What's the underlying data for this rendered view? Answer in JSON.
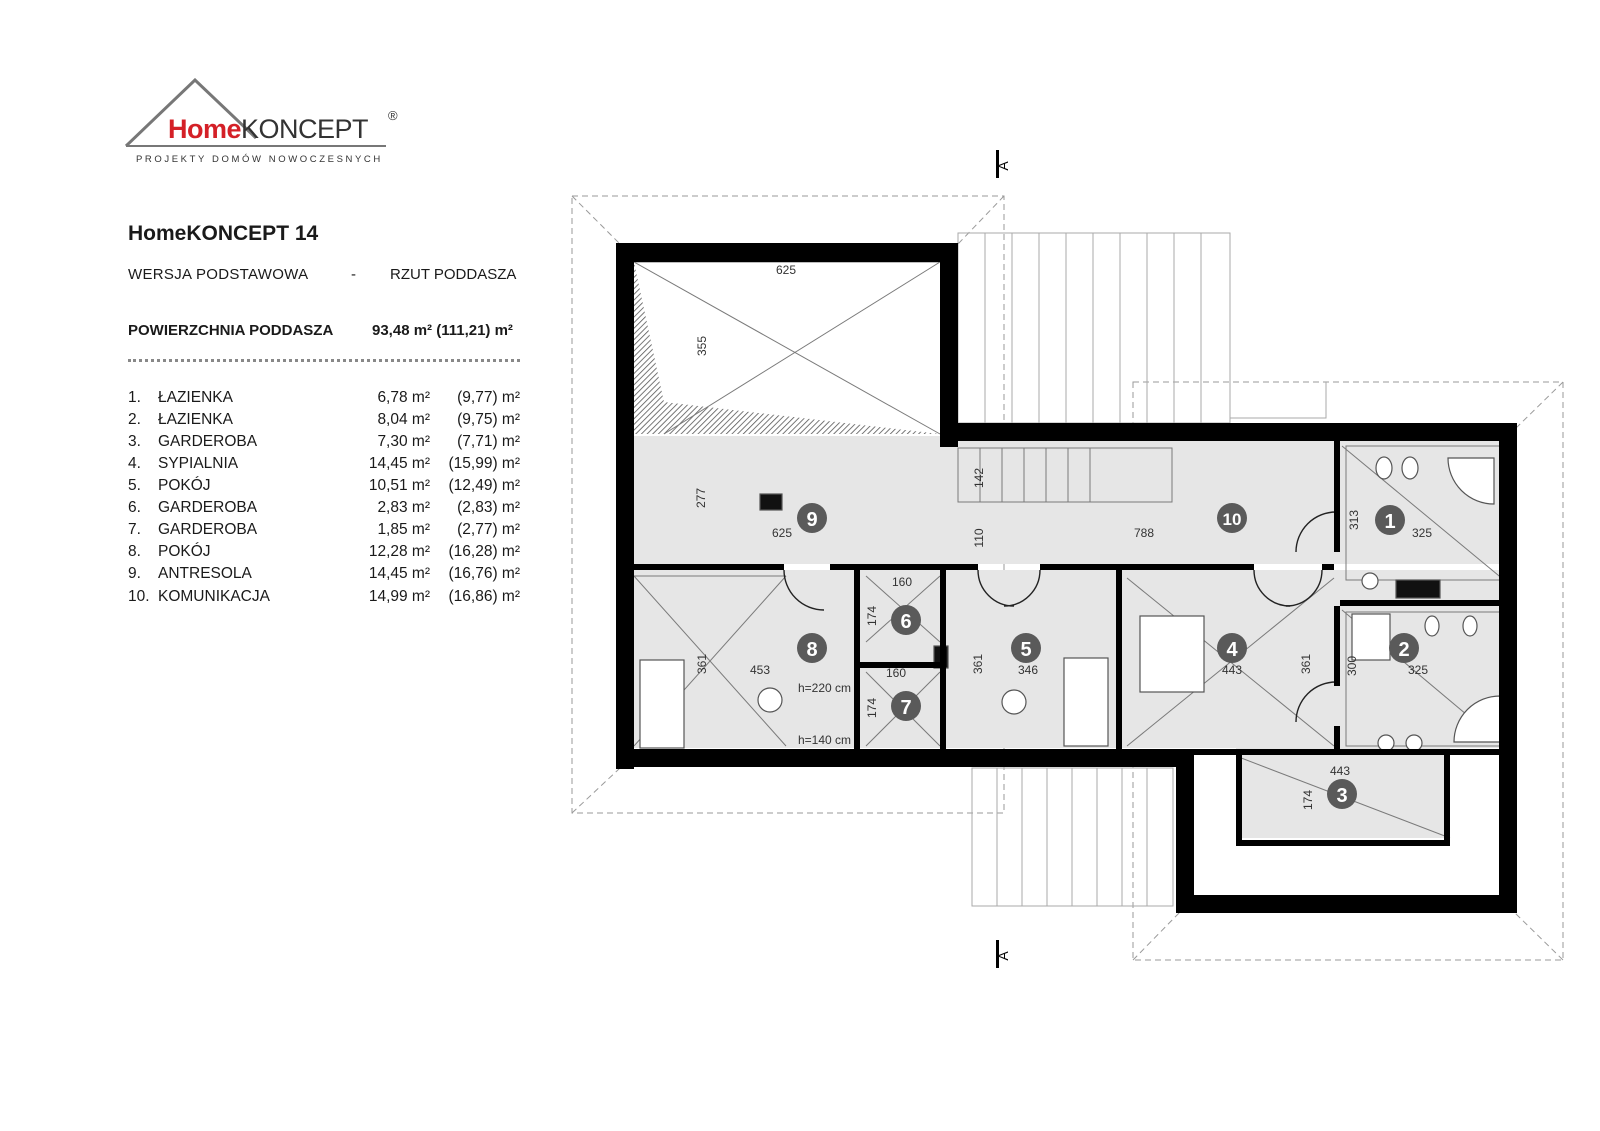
{
  "logo": {
    "brand_home": "Home",
    "brand_koncept": "KONCEPT",
    "registered": "®",
    "tagline": "PROJEKTY DOMÓW NOWOCZESNYCH"
  },
  "header": {
    "title": "HomeKONCEPT 14",
    "version": "WERSJA  PODSTAWOWA",
    "separator": "-",
    "view": "RZUT PODDASZA"
  },
  "area": {
    "label": "POWIERZCHNIA PODDASZA",
    "value": "93,48 m² (111,21) m²"
  },
  "rooms": [
    {
      "num": "1.",
      "name": "ŁAZIENKA",
      "area": "6,78 m²",
      "area_total": "(9,77) m²"
    },
    {
      "num": "2.",
      "name": "ŁAZIENKA",
      "area": "8,04 m²",
      "area_total": "(9,75) m²"
    },
    {
      "num": "3.",
      "name": "GARDEROBA",
      "area": "7,30 m²",
      "area_total": "(7,71) m²"
    },
    {
      "num": "4.",
      "name": "SYPIALNIA",
      "area": "14,45 m²",
      "area_total": "(15,99) m²"
    },
    {
      "num": "5.",
      "name": "POKÓJ",
      "area": "10,51 m²",
      "area_total": "(12,49) m²"
    },
    {
      "num": "6.",
      "name": "GARDEROBA",
      "area": "2,83 m²",
      "area_total": "(2,83) m²"
    },
    {
      "num": "7.",
      "name": "GARDEROBA",
      "area": "1,85 m²",
      "area_total": "(2,77) m²"
    },
    {
      "num": "8.",
      "name": "POKÓJ",
      "area": "12,28 m²",
      "area_total": "(16,28) m²"
    },
    {
      "num": "9.",
      "name": "ANTRESOLA",
      "area": "14,45 m²",
      "area_total": "(16,76) m²"
    },
    {
      "num": "10.",
      "name": "KOMUNIKACJA",
      "area": "14,99 m²",
      "area_total": "(16,86) m²"
    }
  ],
  "plan": {
    "section_marker": "A",
    "room_markers": [
      "1",
      "2",
      "3",
      "4",
      "5",
      "6",
      "7",
      "8",
      "9",
      "10"
    ],
    "dimensions": {
      "d625_top": "625",
      "d355": "355",
      "d277": "277",
      "d625_mid": "625",
      "d110": "110",
      "d142": "142",
      "d788": "788",
      "d313": "313",
      "d325_top": "325",
      "d160_top": "160",
      "d174_6": "174",
      "d160_mid": "160",
      "d174_7": "174",
      "d361_8": "361",
      "d453": "453",
      "d361_5": "361",
      "d346": "346",
      "d443_4": "443",
      "d361_4": "361",
      "d300": "300",
      "d325_2": "325",
      "d443_3": "443",
      "d174_3": "174",
      "h220": "h=220 cm",
      "h140": "h=140 cm"
    },
    "colors": {
      "wall": "#000000",
      "floor": "#e6e6e6",
      "thin_line": "#7a7a7a",
      "marker": "#5a5a5a"
    }
  }
}
